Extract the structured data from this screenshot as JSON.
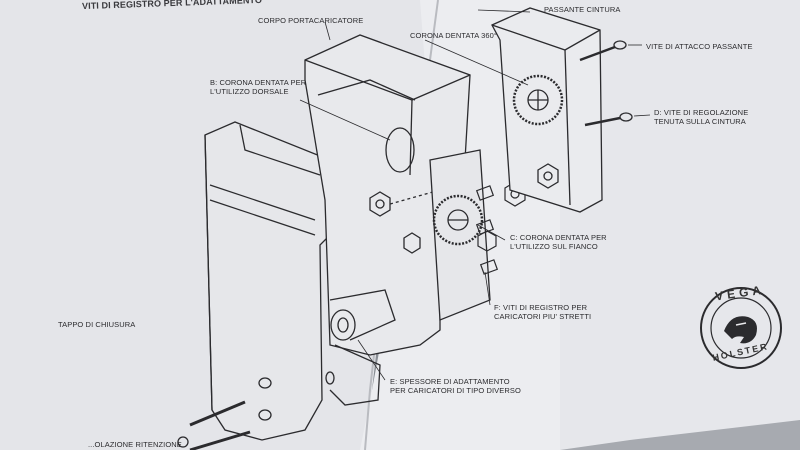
{
  "header": {
    "title_partial": "VITI DI REGISTRO PER L'ADATTAMENTO"
  },
  "labels": {
    "corpo": "CORPO PORTACARICATORE",
    "corona360": "CORONA DENTATA 360°",
    "passante": "PASSANTE CINTURA",
    "vite_attacco": "VITE DI ATTACCO PASSANTE",
    "b_line1": "B: CORONA DENTATA PER",
    "b_line2": "L'UTILIZZO DORSALE",
    "d_line1": "D: VITE DI REGOLAZIONE",
    "d_line2": "TENUTA SULLA CINTURA",
    "c_line1": "C: CORONA DENTATA PER",
    "c_line2": "L'UTILIZZO SUL FIANCO",
    "f_line1": "F: VITI DI REGISTRO PER",
    "f_line2": "CARICATORI PIU' STRETTI",
    "tappo": "TAPPO DI CHIUSURA",
    "e_line1": "E: SPESSORE DI ADATTAMENTO",
    "e_line2": "PER CARICATORI DI TIPO DIVERSO",
    "regolazione_partial": "...OLAZIONE RITENZIONE"
  },
  "logo": {
    "top": "VEGA",
    "bottom": "HOLSTER"
  },
  "colors": {
    "paper": "#e9e9ec",
    "paper_shadow": "#cfd0d4",
    "ink": "#2b2b2e",
    "background": "#8a8f95"
  }
}
